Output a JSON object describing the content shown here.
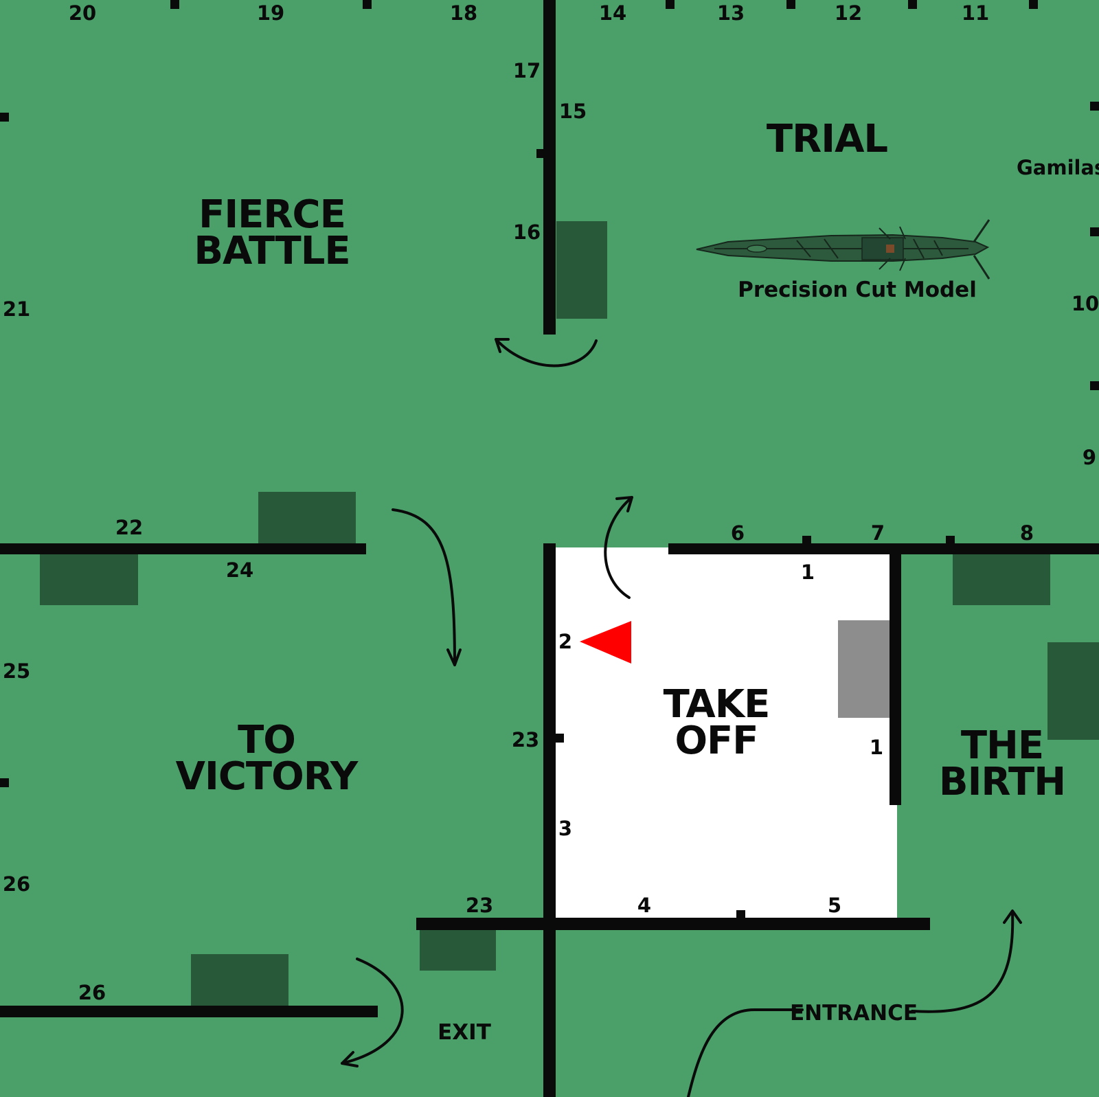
{
  "colors": {
    "floor": "#4ba06a",
    "case": "#285a3a",
    "takeoff_room": "#ffffff",
    "panel": "#8d8d8d",
    "wall": "#0a0a0a",
    "marker": "#ff0000"
  },
  "rooms": {
    "trial": "TRIAL",
    "fierce_battle": [
      "FIERCE",
      "BATTLE"
    ],
    "take_off": [
      "TAKE",
      "OFF"
    ],
    "to_victory": [
      "TO",
      "VICTORY"
    ],
    "the_birth": [
      "THE",
      "BIRTH"
    ]
  },
  "labels": {
    "gamilas": "Gamilas",
    "precision_cut_model": "Precision Cut Model",
    "entrance": "ENTRANCE",
    "exit": "EXIT"
  },
  "exhibit_numbers": {
    "n20": "20",
    "n19": "19",
    "n18": "18",
    "n14": "14",
    "n13": "13",
    "n12": "12",
    "n11": "11",
    "n17": "17",
    "n15": "15",
    "n16": "16",
    "n21": "21",
    "n10": "10",
    "n9": "9",
    "n22": "22",
    "n24": "24",
    "n6": "6",
    "n7": "7",
    "n8": "8",
    "n1_top": "1",
    "n2": "2",
    "n23_mid": "23",
    "n1_right": "1",
    "n3": "3",
    "n25": "25",
    "n26_left": "26",
    "n23_bottom": "23",
    "n4": "4",
    "n5": "5",
    "n26_bottom": "26"
  },
  "icons": {
    "ship": "battleship-model-icon",
    "position_marker": "you-are-here-marker-icon"
  }
}
